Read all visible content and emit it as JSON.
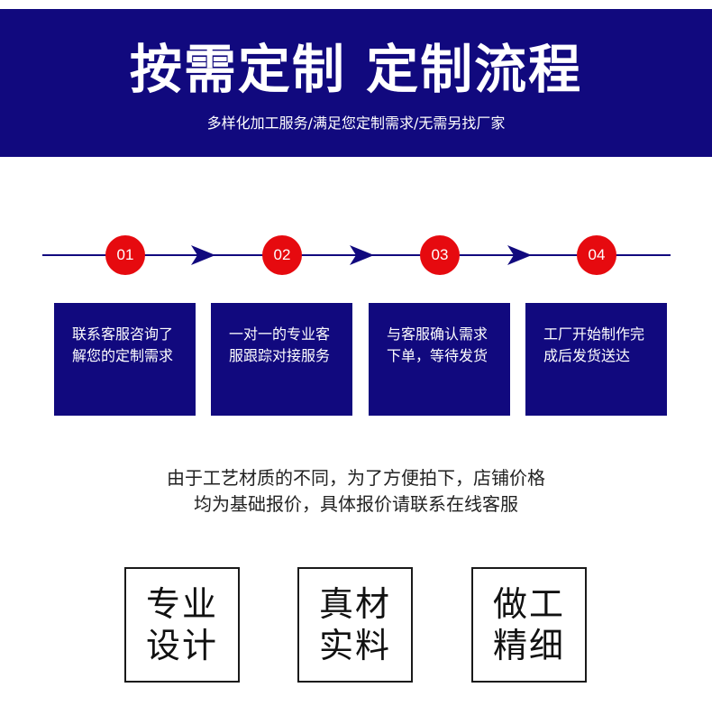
{
  "header": {
    "title": "按需定制 定制流程",
    "subtitle": "多样化加工服务/满足您定制需求/无需另找厂家"
  },
  "colors": {
    "brand_blue": "#11097e",
    "step_red": "#e60a0f",
    "text_dark": "#222222"
  },
  "steps": [
    {
      "number": "01",
      "text": "联系客服咨询了解您的定制需求"
    },
    {
      "number": "02",
      "text": "一对一的专业客服跟踪对接服务"
    },
    {
      "number": "03",
      "text": "与客服确认需求下单，等待发货"
    },
    {
      "number": "04",
      "text": "工厂开始制作完成后发货送达"
    }
  ],
  "note": {
    "line1": "由于工艺材质的不同，为了方便拍下，店铺价格",
    "line2": "均为基础报价，具体报价请联系在线客服"
  },
  "features": [
    {
      "label": "专业设计"
    },
    {
      "label": "真材实料"
    },
    {
      "label": "做工精细"
    }
  ]
}
